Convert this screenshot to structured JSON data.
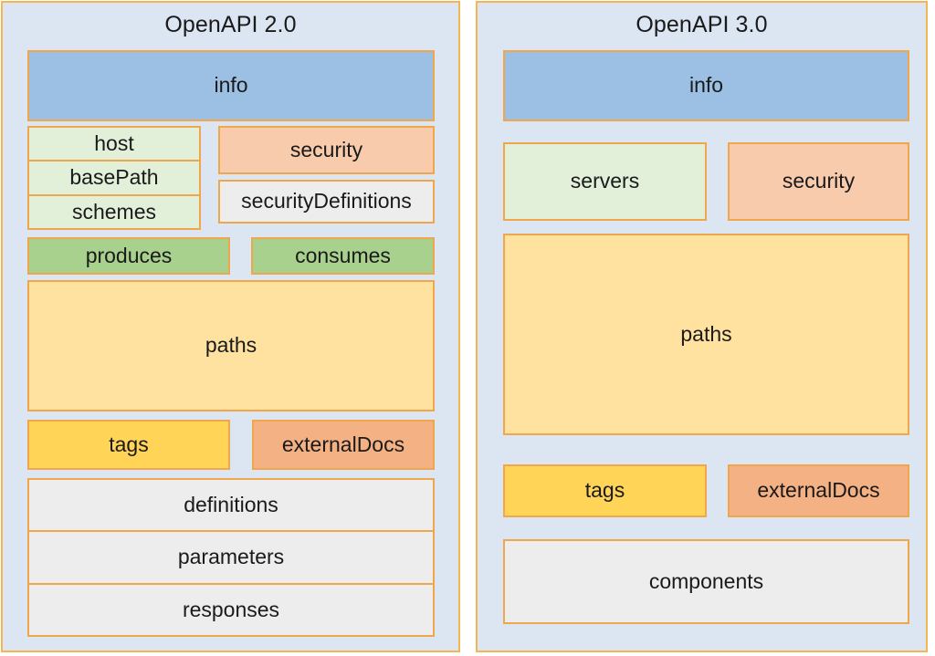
{
  "diagram": {
    "type": "comparison-block-diagram",
    "title_visible": false,
    "panel_background": "#dce6f2",
    "border_color": "#f0a74b",
    "panels": [
      {
        "id": "openapi-2",
        "title": "OpenAPI 2.0",
        "blocks": [
          {
            "label": "info",
            "color": "#9cc0e3",
            "row": 1,
            "span": "full"
          },
          {
            "label": "host",
            "color": "#e2efd9",
            "row": 2,
            "span": "left-stacked"
          },
          {
            "label": "basePath",
            "color": "#e2efd9",
            "row": 2,
            "span": "left-stacked"
          },
          {
            "label": "schemes",
            "color": "#e2efd9",
            "row": 2,
            "span": "left-stacked"
          },
          {
            "label": "security",
            "color": "#f8cbad",
            "row": 2,
            "span": "right"
          },
          {
            "label": "securityDefinitions",
            "color": "#ededed",
            "row": 2,
            "span": "right"
          },
          {
            "label": "produces",
            "color": "#a9d18e",
            "row": 3,
            "span": "left"
          },
          {
            "label": "consumes",
            "color": "#a9d18e",
            "row": 3,
            "span": "right"
          },
          {
            "label": "paths",
            "color": "#ffe2a0",
            "row": 4,
            "span": "full"
          },
          {
            "label": "tags",
            "color": "#ffd457",
            "row": 5,
            "span": "left"
          },
          {
            "label": "externalDocs",
            "color": "#f4b183",
            "row": 5,
            "span": "right"
          },
          {
            "label": "definitions",
            "color": "#ededed",
            "row": 6,
            "span": "full-stacked"
          },
          {
            "label": "parameters",
            "color": "#ededed",
            "row": 6,
            "span": "full-stacked"
          },
          {
            "label": "responses",
            "color": "#ededed",
            "row": 6,
            "span": "full-stacked"
          }
        ]
      },
      {
        "id": "openapi-3",
        "title": "OpenAPI 3.0",
        "blocks": [
          {
            "label": "info",
            "color": "#9cc0e3",
            "row": 1,
            "span": "full"
          },
          {
            "label": "servers",
            "color": "#e2efd9",
            "row": 2,
            "span": "left"
          },
          {
            "label": "security",
            "color": "#f8cbad",
            "row": 2,
            "span": "right"
          },
          {
            "label": "paths",
            "color": "#ffe2a0",
            "row": 3,
            "span": "full"
          },
          {
            "label": "tags",
            "color": "#ffd457",
            "row": 4,
            "span": "left"
          },
          {
            "label": "externalDocs",
            "color": "#f4b183",
            "row": 4,
            "span": "right"
          },
          {
            "label": "components",
            "color": "#ededed",
            "row": 5,
            "span": "full"
          }
        ]
      }
    ]
  }
}
